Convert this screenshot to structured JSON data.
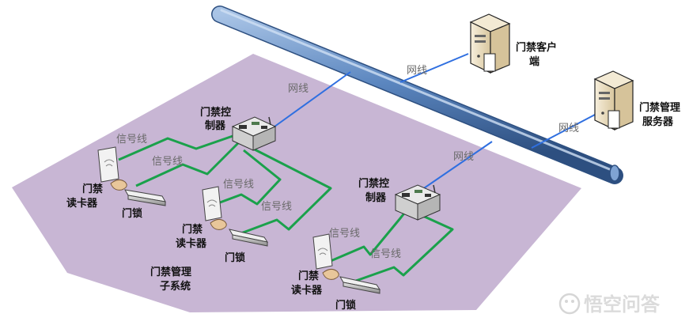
{
  "colors": {
    "floor": "#c8b6d4",
    "backbone": "#5b86bf",
    "ethernet": "#2f6fe0",
    "signal": "#1aa14b",
    "server": "#efe3c8"
  },
  "nodes": {
    "client": {
      "name_line1": "门禁客户",
      "name_line2": "端",
      "icon": "server-tower-icon"
    },
    "server": {
      "name_line1": "门禁管理",
      "name_line2": "服务器",
      "icon": "server-tower-icon"
    },
    "controller1": {
      "name_line1": "门禁控",
      "name_line2": "制器",
      "icon": "controller-board-icon"
    },
    "controller2": {
      "name_line1": "门禁控",
      "name_line2": "制器",
      "icon": "controller-board-icon"
    },
    "reader1": {
      "name_line1": "门禁",
      "name_line2": "读卡器",
      "icon": "card-reader-icon"
    },
    "reader2": {
      "name_line1": "门禁",
      "name_line2": "读卡器",
      "icon": "card-reader-icon"
    },
    "reader3": {
      "name_line1": "门禁",
      "name_line2": "读卡器",
      "icon": "card-reader-icon"
    },
    "lock1": {
      "name": "门锁",
      "icon": "magnetic-lock-icon"
    },
    "lock2": {
      "name": "门锁",
      "icon": "magnetic-lock-icon"
    },
    "lock3": {
      "name": "门锁",
      "icon": "magnetic-lock-icon"
    }
  },
  "subsystem": {
    "line1": "门禁管理",
    "line2": "子系统"
  },
  "wire_labels": {
    "net_client": "网线",
    "net_server": "网线",
    "net_ctrl1": "网线",
    "net_ctrl2": "网线",
    "sig_c1_a": "信号线",
    "sig_c1_b": "信号线",
    "sig_c1_c": "信号线",
    "sig_c1_d": "信号线",
    "sig_c2_a": "信号线",
    "sig_c2_b": "信号线"
  },
  "watermark": "悟空问答"
}
